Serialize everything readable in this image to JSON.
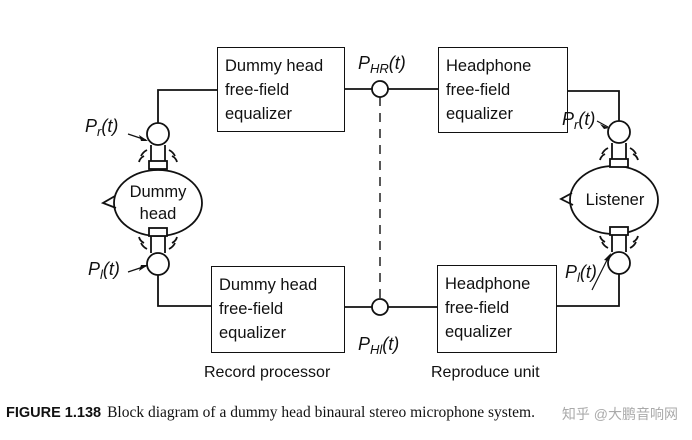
{
  "boxes": {
    "record_top": [
      "Dummy head",
      "free-field",
      "equalizer"
    ],
    "record_bottom": [
      "Dummy head",
      "free-field",
      "equalizer"
    ],
    "reproduce_top": [
      "Headphone",
      "free-field",
      "equalizer"
    ],
    "reproduce_bottom": [
      "Headphone",
      "free-field",
      "equalizer"
    ]
  },
  "heads": {
    "dummy": [
      "Dummy",
      "head"
    ],
    "listener": "Listener"
  },
  "signals": {
    "p": "P",
    "t": "(t)",
    "r": "r",
    "l": "l",
    "hr": "HR",
    "hl": "Hl"
  },
  "sections": {
    "record": "Record processor",
    "reproduce": "Reproduce unit"
  },
  "caption": {
    "label": "FIGURE 1.138",
    "text": "Block diagram of a dummy head binaural stereo microphone system."
  },
  "watermark": "知乎 @大鹏音响网",
  "colors": {
    "line": "#111111",
    "background": "#ffffff"
  }
}
